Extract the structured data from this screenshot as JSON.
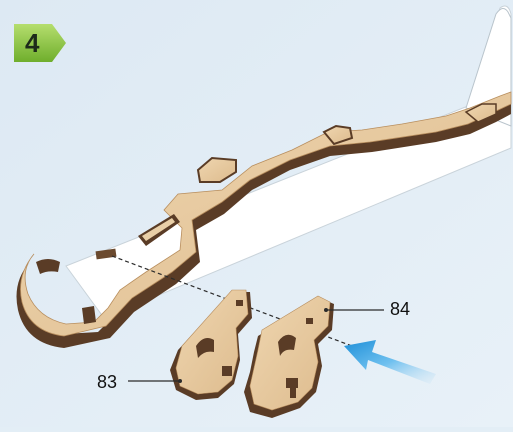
{
  "step": {
    "number": "4",
    "badge_color": "#8cc63f",
    "badge_highlight": "#b5de6e"
  },
  "parts": [
    {
      "id": "part-83",
      "label": "83"
    },
    {
      "id": "part-84",
      "label": "84"
    }
  ],
  "colors": {
    "background": "#e3eef6",
    "wood": "#e6c9a0",
    "wood_edge": "#5a3c26",
    "arrow": "#3aa3e3"
  },
  "icons": {
    "direction_arrow": "insertion-arrow-icon"
  }
}
